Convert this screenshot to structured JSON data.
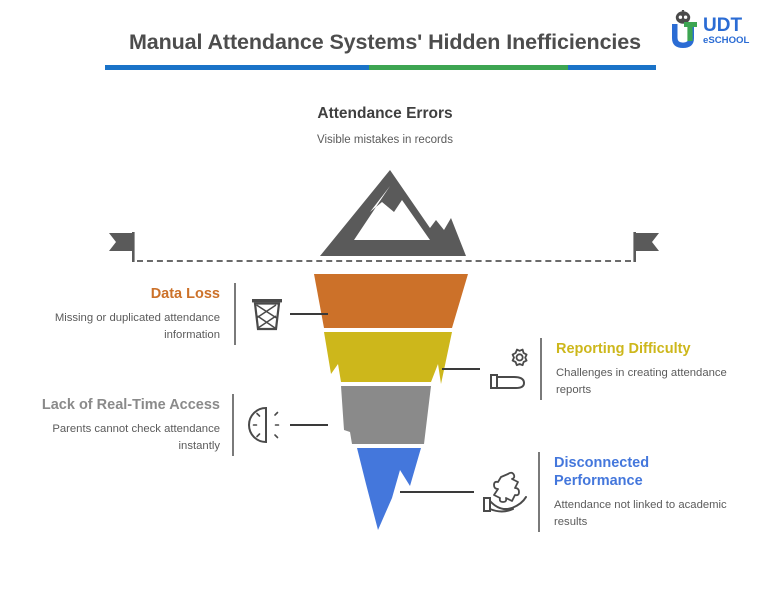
{
  "header": {
    "title": "Manual Attendance Systems' Hidden Inefficiencies",
    "rule_colors": [
      "#1a73c8",
      "#3da552",
      "#1a73c8"
    ],
    "logo": {
      "name": "udt-eschool-logo",
      "brand": "UDT",
      "tagline": "eSCHOOL",
      "brand_color": "#2b6cd4",
      "accent_color": "#3da552"
    }
  },
  "tip": {
    "title": "Attendance Errors",
    "subtitle": "Visible mistakes in records",
    "icon": "mountain-iceberg-icon",
    "icon_color": "#5a5a5a"
  },
  "waterline": {
    "left_flag_icon": "flag-icon",
    "right_flag_icon": "flag-icon",
    "line_color": "#6a6a6a"
  },
  "iceberg": {
    "bands": [
      {
        "name": "data-loss-band",
        "color": "#cc7129"
      },
      {
        "name": "reporting-difficulty-band",
        "color": "#cdb71b"
      },
      {
        "name": "realtime-access-band",
        "color": "#8a8a8a"
      },
      {
        "name": "disconnected-performance-band",
        "color": "#4477dc"
      }
    ]
  },
  "callouts": [
    {
      "id": "data-loss",
      "side": "left",
      "heading": "Data Loss",
      "color": "#cc7129",
      "description": "Missing or duplicated attendance information",
      "icon": "wastebasket-icon"
    },
    {
      "id": "reporting-difficulty",
      "side": "right",
      "heading": "Reporting Difficulty",
      "color": "#cdb71b",
      "description": "Challenges in creating attendance reports",
      "icon": "gear-hand-icon"
    },
    {
      "id": "lack-of-real-time-access",
      "side": "left",
      "heading": "Lack of Real-Time Access",
      "color": "#8a8a8a",
      "description": "Parents cannot check attendance instantly",
      "icon": "half-sun-clock-icon"
    },
    {
      "id": "disconnected-performance",
      "side": "right",
      "heading": "Disconnected Performance",
      "color": "#4477dc",
      "description": "Attendance not linked to academic results",
      "icon": "hand-puzzle-icon"
    }
  ]
}
